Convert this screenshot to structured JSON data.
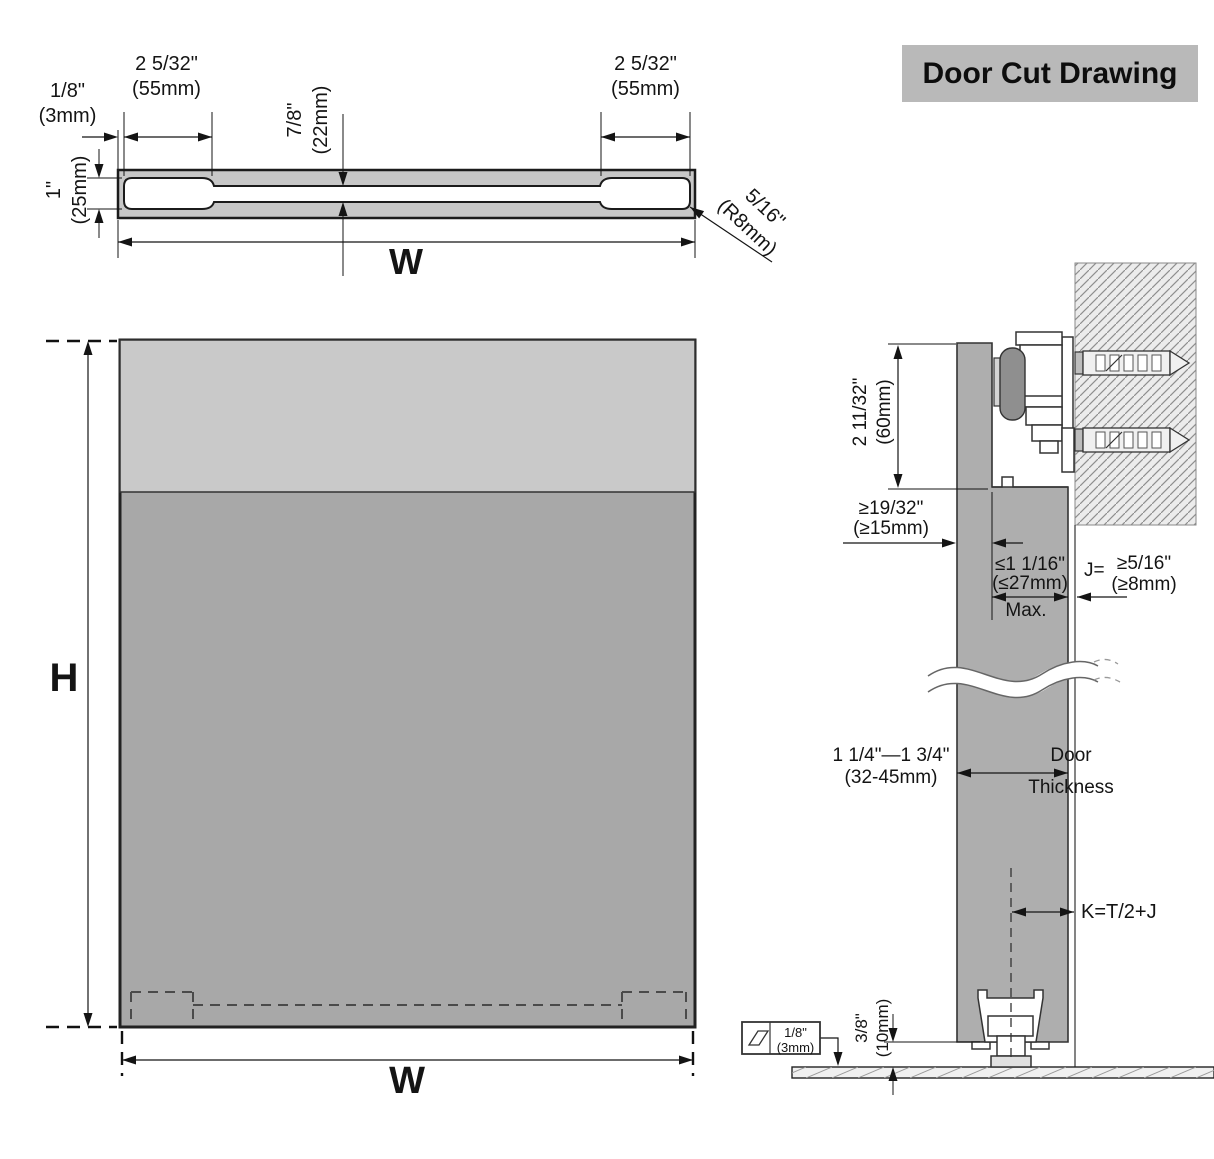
{
  "title": "Door Cut Drawing",
  "top_view": {
    "offset": {
      "line1": "1/8\"",
      "line2": "(3mm)"
    },
    "slot_left": {
      "line1": "2 5/32\"",
      "line2": "(55mm)"
    },
    "slot_right": {
      "line1": "2 5/32\"",
      "line2": "(55mm)"
    },
    "channel": {
      "line1": "7/8\"",
      "line2": "(22mm)"
    },
    "slot_width": {
      "line1": "1\"",
      "line2": "(25mm)"
    },
    "radius": {
      "line1": "5/16\"",
      "line2": "(R8mm)"
    },
    "width": "W"
  },
  "front_view": {
    "height": "H",
    "width": "W"
  },
  "side_view": {
    "groove_depth": {
      "line1": "2 11/32\"",
      "line2": "(60mm)"
    },
    "wall_side_min": {
      "line1": "≥19/32\"",
      "line2": "(≥15mm)"
    },
    "groove_width_max": {
      "line1": "≤1 1/16\"",
      "line2": "(≤27mm)",
      "line3": "Max."
    },
    "gap_j": {
      "label": "J=",
      "line1": "≥5/16\"",
      "line2": "(≥8mm)"
    },
    "door_thickness": {
      "range1": "1 1/4\"—1 3/4\"",
      "range2": "(32-45mm)",
      "name1": "Door",
      "name2": "Thickness"
    },
    "k_formula": "K=T/2+J",
    "floor_gap": {
      "line1": "3/8\"",
      "line2": "(10mm)"
    },
    "shim": {
      "line1": "1/8\"",
      "line2": "(3mm)"
    }
  }
}
